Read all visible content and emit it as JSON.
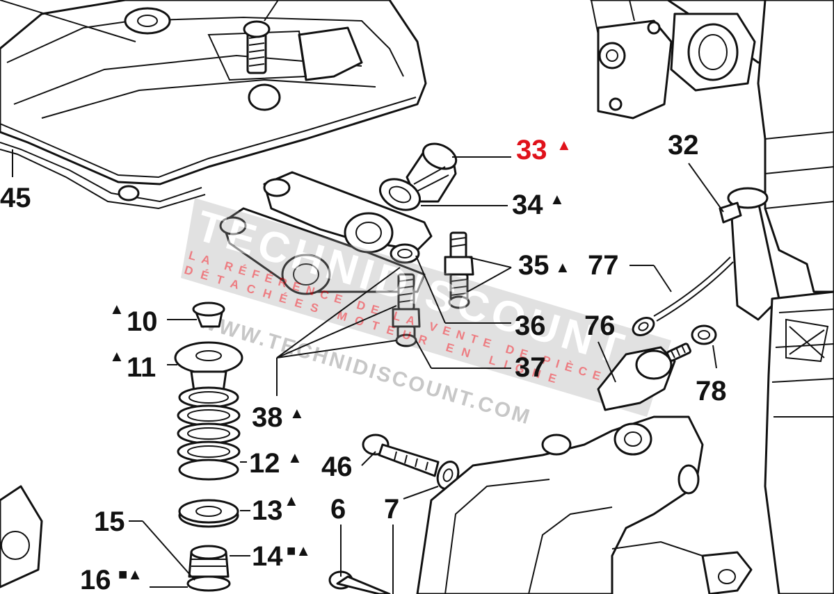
{
  "callouts": [
    {
      "num": "33",
      "marks": "▲",
      "highlight": true
    },
    {
      "num": "34",
      "marks": "▲"
    },
    {
      "num": "32",
      "marks": ""
    },
    {
      "num": "45",
      "marks": ""
    },
    {
      "num": "35",
      "marks": "▲"
    },
    {
      "num": "77",
      "marks": ""
    },
    {
      "num": "36",
      "marks": ""
    },
    {
      "num": "76",
      "marks": ""
    },
    {
      "num": "10",
      "marks": "▲",
      "marks_before": true
    },
    {
      "num": "11",
      "marks": "▲",
      "marks_before": true
    },
    {
      "num": "37",
      "marks": ""
    },
    {
      "num": "78",
      "marks": ""
    },
    {
      "num": "38",
      "marks": "▲"
    },
    {
      "num": "46",
      "marks": ""
    },
    {
      "num": "12",
      "marks": "▲"
    },
    {
      "num": "13",
      "marks": "▲"
    },
    {
      "num": "7",
      "marks": ""
    },
    {
      "num": "6",
      "marks": ""
    },
    {
      "num": "15",
      "marks": ""
    },
    {
      "num": "14",
      "marks": "■▲"
    },
    {
      "num": "16",
      "marks": "■▲"
    }
  ],
  "watermark": {
    "brand": "TECHNIDISCOUNT",
    "tagline_1": "LA RÉFÉRENCE DE LA VENTE DE PIÈCES",
    "tagline_2": "DÉTACHÉES MOTEUR EN LIGNE",
    "url": "WWW.TECHNIDISCOUNT.COM"
  },
  "colors": {
    "highlight": "#e0121b",
    "line": "#111111",
    "watermark": "#9a9a9a"
  }
}
